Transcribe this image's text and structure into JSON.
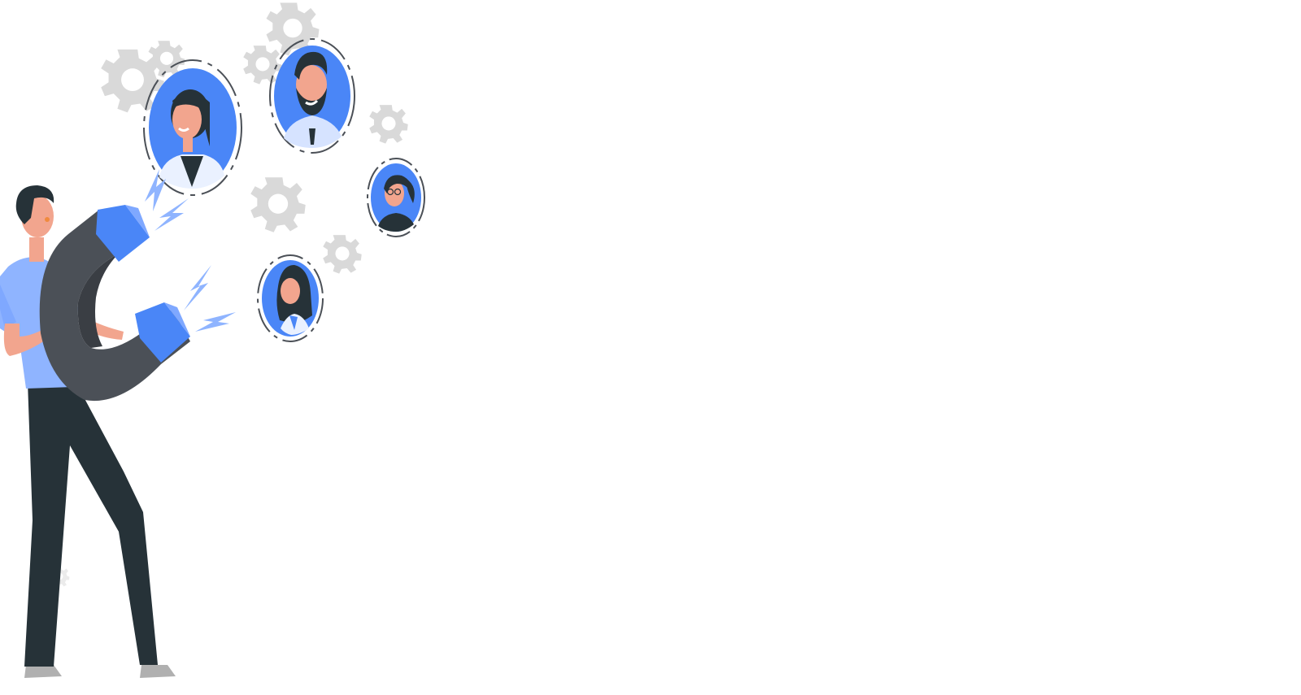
{
  "illustration": {
    "subject": "person-holding-magnet-attracting-candidates",
    "candidates": [
      {
        "name": "woman-short-hair-avatar"
      },
      {
        "name": "man-beard-avatar"
      },
      {
        "name": "woman-ponytail-glasses-avatar"
      },
      {
        "name": "woman-long-hair-avatar"
      }
    ],
    "icons": [
      "gear-icon",
      "magnet-icon",
      "lightning-icon"
    ]
  },
  "colors": {
    "accent_blue": "#4A86F7",
    "light_blue": "#7FA8FF",
    "shirt_blue": "#8FB4FF",
    "magnet_dark": "#4B5057",
    "pants_dark": "#263238",
    "gear_gray": "#D9D9D9",
    "skin": "#F2A58E",
    "hair": "#263238",
    "background": "#FFFFFF"
  }
}
